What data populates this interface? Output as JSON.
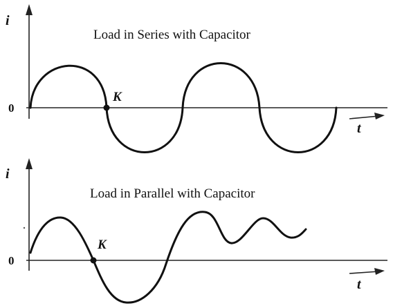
{
  "panels": [
    {
      "title": "Load in Series with Capacitor",
      "y_label": "i",
      "x_label": "t",
      "zero_label": "0",
      "point_label": "K"
    },
    {
      "title": "Load in Parallel with Capacitor",
      "y_label": "i",
      "x_label": "t",
      "zero_label": "0",
      "point_label": "K"
    }
  ],
  "colors": {
    "line": "#111111",
    "background": "#ffffff"
  }
}
